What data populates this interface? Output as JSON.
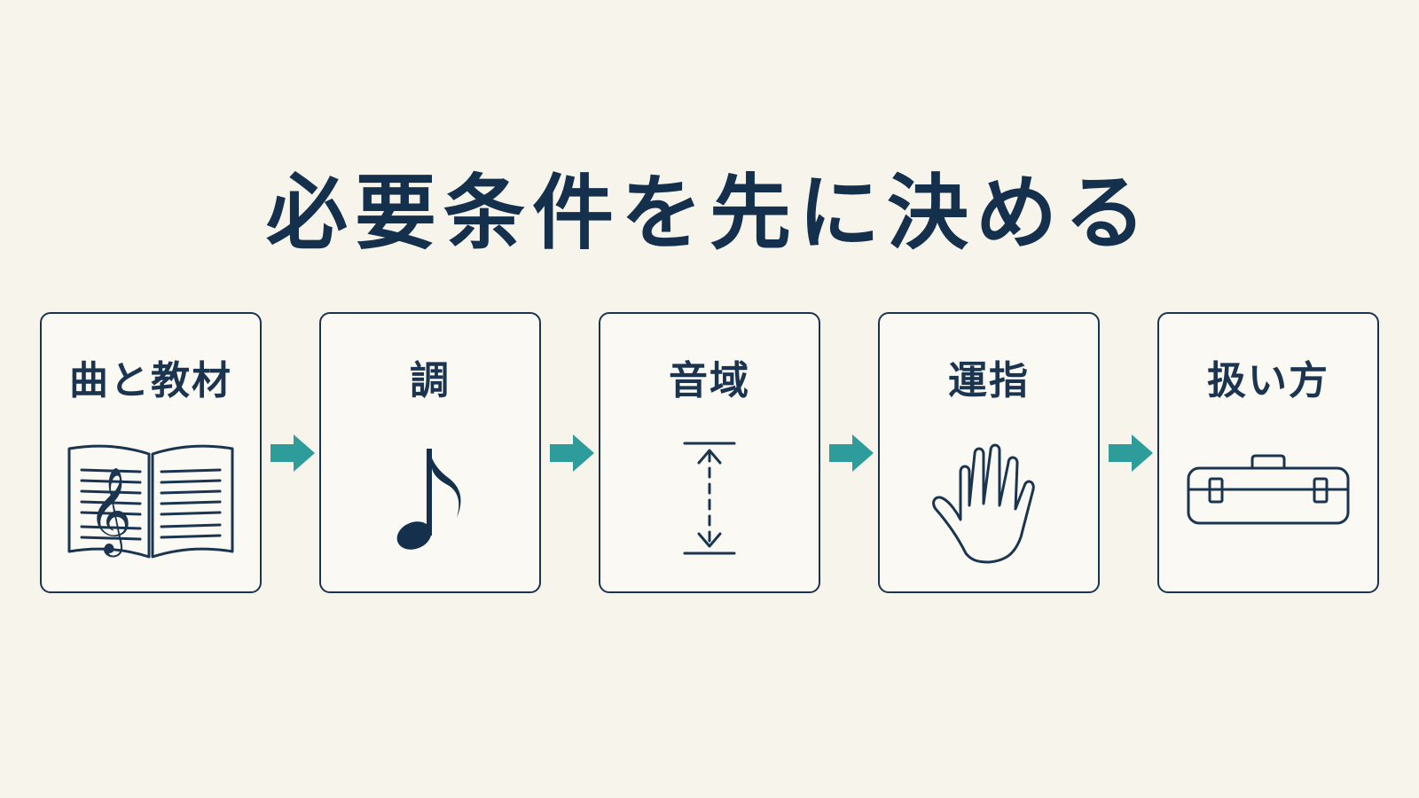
{
  "title": "必要条件を先に決める",
  "colors": {
    "background": "#f7f4ec",
    "ink": "#14304d",
    "card_border": "#1b3550",
    "arrow": "#2e9c9a"
  },
  "steps": [
    {
      "label": "曲と教材",
      "icon": "score-book-icon"
    },
    {
      "label": "調",
      "icon": "eighth-note-icon"
    },
    {
      "label": "音域",
      "icon": "range-arrow-icon"
    },
    {
      "label": "運指",
      "icon": "hand-icon"
    },
    {
      "label": "扱い方",
      "icon": "instrument-case-icon"
    }
  ]
}
